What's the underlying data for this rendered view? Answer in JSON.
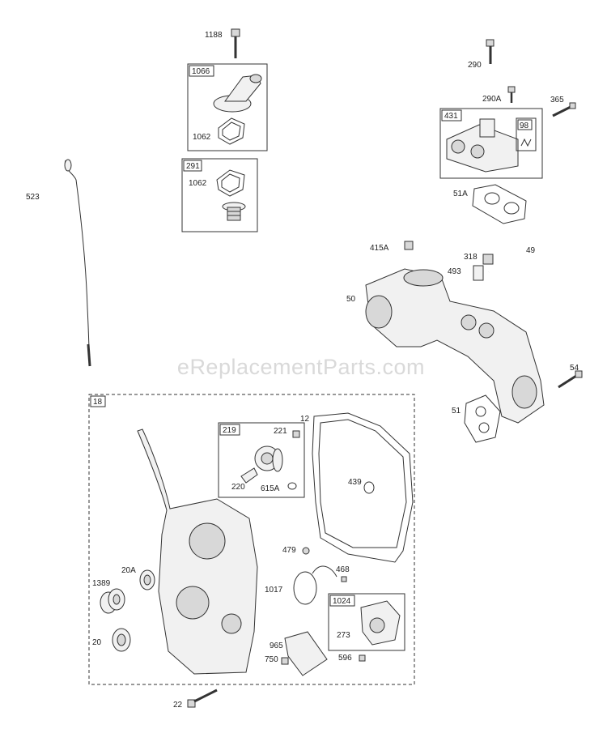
{
  "watermark": "eReplacementParts.com",
  "callouts": {
    "c1188": "1188",
    "c1066": "1066",
    "c1062a": "1062",
    "c291": "291",
    "c1062b": "1062",
    "c523": "523",
    "c290": "290",
    "c290A": "290A",
    "c365": "365",
    "c431": "431",
    "c98": "98",
    "c51A": "51A",
    "c415A": "415A",
    "c318": "318",
    "c49": "49",
    "c493": "493",
    "c50": "50",
    "c54": "54",
    "c51": "51",
    "c18": "18",
    "c219": "219",
    "c221": "221",
    "c220": "220",
    "c615A": "615A",
    "c12": "12",
    "c439": "439",
    "c479": "479",
    "c468": "468",
    "c1017": "1017",
    "c1024": "1024",
    "c273": "273",
    "c965": "965",
    "c750": "750",
    "c596": "596",
    "c20A": "20A",
    "c1389": "1389",
    "c20": "20",
    "c22": "22"
  }
}
